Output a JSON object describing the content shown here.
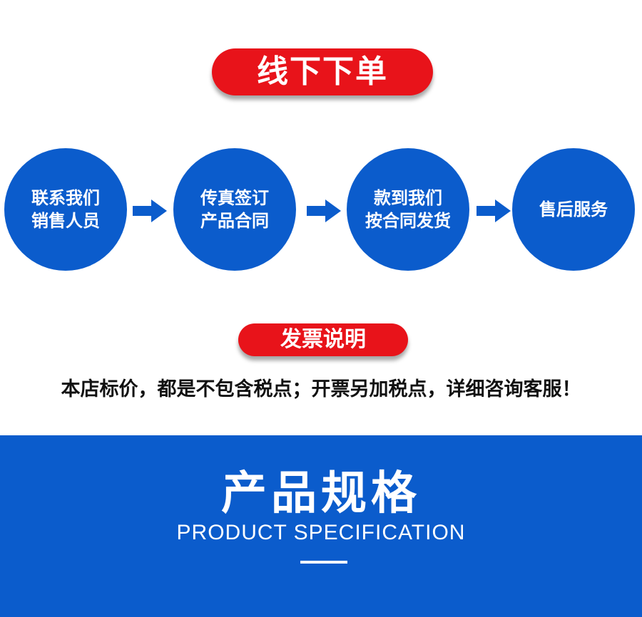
{
  "offline_order": {
    "title": "线下下单"
  },
  "steps": [
    {
      "line1": "联系我们",
      "line2": "销售人员"
    },
    {
      "line1": "传真签订",
      "line2": "产品合同"
    },
    {
      "line1": "款到我们",
      "line2": "按合同发货"
    },
    {
      "line1": "售后服务"
    }
  ],
  "invoice": {
    "title": "发票说明",
    "notice": "本店标价，都是不包含税点；开票另加税点，详细咨询客服！"
  },
  "spec_banner": {
    "title": "产品规格",
    "subtitle": "PRODUCT SPECIFICATION"
  },
  "colors": {
    "red": "#e8131a",
    "blue": "#0b5ccc"
  }
}
